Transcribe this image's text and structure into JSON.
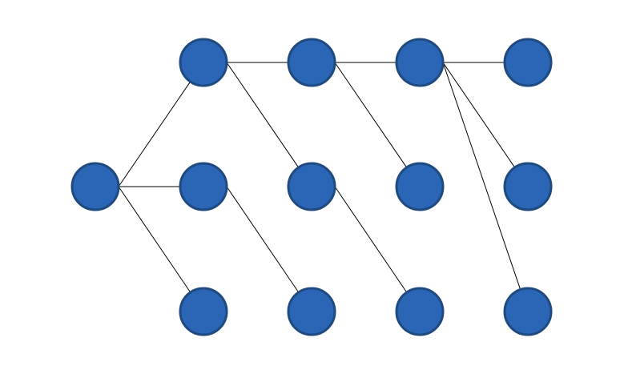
{
  "diagram": {
    "type": "tree-graph",
    "colors": {
      "node_fill": "#2b66b6",
      "node_stroke": "#1f4a80",
      "edge": "#000000",
      "background": "#ffffff"
    },
    "columns": 5,
    "rows": 3,
    "nodes": [
      {
        "id": "n-c0-r1",
        "col": 0,
        "row": 1
      },
      {
        "id": "n-c1-r0",
        "col": 1,
        "row": 0
      },
      {
        "id": "n-c1-r1",
        "col": 1,
        "row": 1
      },
      {
        "id": "n-c1-r2",
        "col": 1,
        "row": 2
      },
      {
        "id": "n-c2-r0",
        "col": 2,
        "row": 0
      },
      {
        "id": "n-c2-r1",
        "col": 2,
        "row": 1
      },
      {
        "id": "n-c2-r2",
        "col": 2,
        "row": 2
      },
      {
        "id": "n-c3-r0",
        "col": 3,
        "row": 0
      },
      {
        "id": "n-c3-r1",
        "col": 3,
        "row": 1
      },
      {
        "id": "n-c3-r2",
        "col": 3,
        "row": 2
      },
      {
        "id": "n-c4-r0",
        "col": 4,
        "row": 0
      },
      {
        "id": "n-c4-r1",
        "col": 4,
        "row": 1
      },
      {
        "id": "n-c4-r2",
        "col": 4,
        "row": 2
      }
    ],
    "edges": [
      {
        "from": "n-c0-r1",
        "to": "n-c1-r0"
      },
      {
        "from": "n-c0-r1",
        "to": "n-c1-r1"
      },
      {
        "from": "n-c0-r1",
        "to": "n-c1-r2"
      },
      {
        "from": "n-c1-r0",
        "to": "n-c2-r0"
      },
      {
        "from": "n-c1-r0",
        "to": "n-c2-r1"
      },
      {
        "from": "n-c1-r1",
        "to": "n-c2-r2"
      },
      {
        "from": "n-c2-r0",
        "to": "n-c3-r0"
      },
      {
        "from": "n-c2-r0",
        "to": "n-c3-r1"
      },
      {
        "from": "n-c2-r1",
        "to": "n-c3-r2"
      },
      {
        "from": "n-c3-r0",
        "to": "n-c4-r0"
      },
      {
        "from": "n-c3-r0",
        "to": "n-c4-r1"
      },
      {
        "from": "n-c3-r0",
        "to": "n-c4-r2"
      }
    ]
  }
}
